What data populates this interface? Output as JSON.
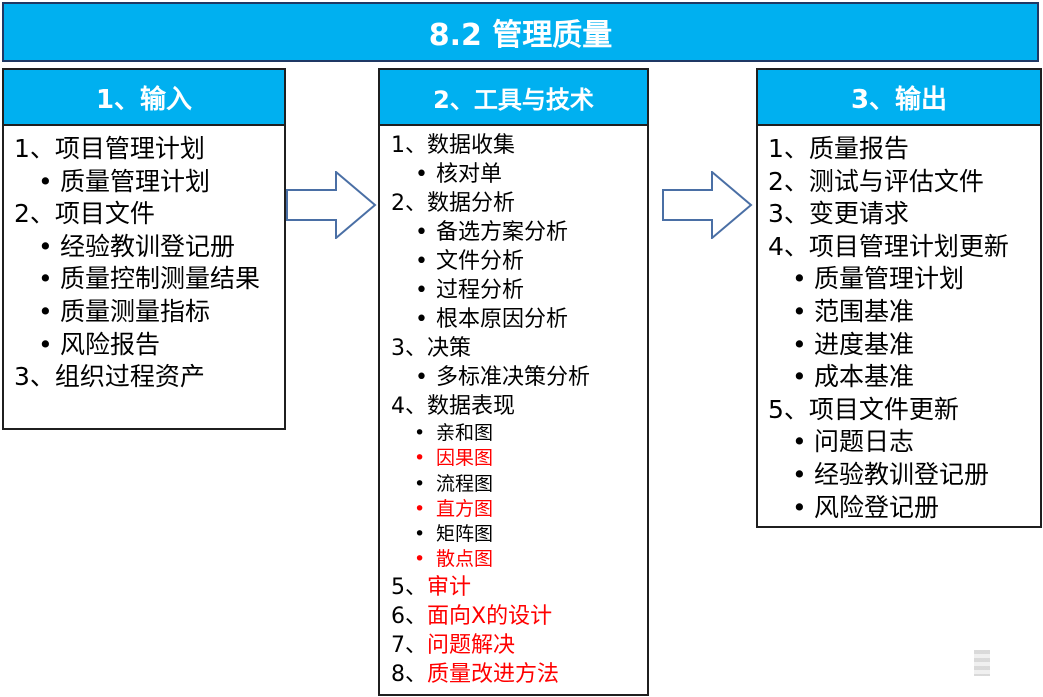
{
  "title": "8.2 管理质量",
  "columns": {
    "input": {
      "header": "1、输入",
      "items": [
        {
          "text": "1、项目管理计划"
        },
        {
          "text": "质量管理计划"
        },
        {
          "text": "2、项目文件"
        },
        {
          "text": "经验教训登记册"
        },
        {
          "text": "质量控制测量结果"
        },
        {
          "text": "质量测量指标"
        },
        {
          "text": "风险报告"
        },
        {
          "text": "3、组织过程资产"
        }
      ]
    },
    "tools": {
      "header": "2、工具与技术",
      "items": [
        {
          "text": "1、数据收集"
        },
        {
          "text": "核对单"
        },
        {
          "text": "2、数据分析"
        },
        {
          "text": "备选方案分析"
        },
        {
          "text": "文件分析"
        },
        {
          "text": "过程分析"
        },
        {
          "text": "根本原因分析"
        },
        {
          "text": "3、决策"
        },
        {
          "text": "多标准决策分析"
        },
        {
          "text": "4、数据表现"
        },
        {
          "text": "亲和图"
        },
        {
          "text": "因果图"
        },
        {
          "text": "流程图"
        },
        {
          "text": "直方图"
        },
        {
          "text": "矩阵图"
        },
        {
          "text": "散点图"
        },
        {
          "text": "5、审计"
        },
        {
          "text": "6、面向X的设计"
        },
        {
          "text": "7、问题解决"
        },
        {
          "text": "8、质量改进方法"
        }
      ]
    },
    "output": {
      "header": "3、输出",
      "items": [
        {
          "text": "1、质量报告"
        },
        {
          "text": "2、测试与评估文件"
        },
        {
          "text": "3、变更请求"
        },
        {
          "text": "4、项目管理计划更新"
        },
        {
          "text": "质量管理计划"
        },
        {
          "text": "范围基准"
        },
        {
          "text": "进度基准"
        },
        {
          "text": "成本基准"
        },
        {
          "text": "5、项目文件更新"
        },
        {
          "text": "问题日志"
        },
        {
          "text": "经验教训登记册"
        },
        {
          "text": "风险登记册"
        }
      ]
    }
  },
  "colors": {
    "header_fill": "#00b0f0",
    "header_text": "#ffffff",
    "highlight_text": "#ff0000",
    "arrow_stroke": "#4a6fa5"
  },
  "bullet": "•"
}
